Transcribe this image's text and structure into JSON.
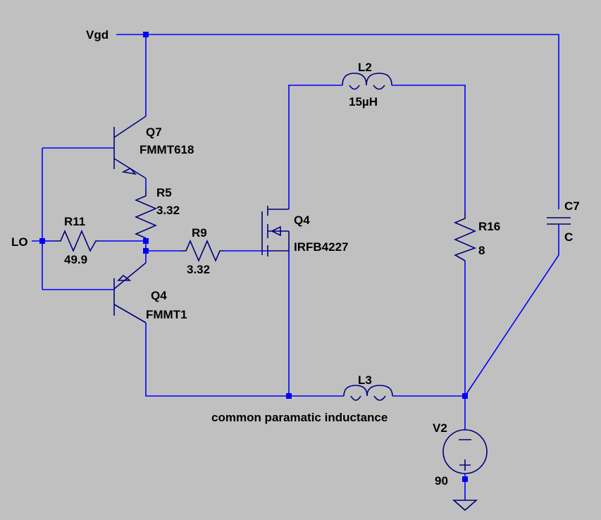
{
  "nets": {
    "vgd": "Vgd",
    "lo": "LO"
  },
  "components": {
    "q7": {
      "ref": "Q7",
      "value": "FMMT618"
    },
    "q4_bjt": {
      "ref": "Q4",
      "value": "FMMT1"
    },
    "r5": {
      "ref": "R5",
      "value": "3.32"
    },
    "r11": {
      "ref": "R11",
      "value": "49.9"
    },
    "r9": {
      "ref": "R9",
      "value": "3.32"
    },
    "q4_mos": {
      "ref": "Q4",
      "value": "IRFB4227"
    },
    "l2": {
      "ref": "L2",
      "value": "15µH"
    },
    "l3": {
      "ref": "L3",
      "value": ""
    },
    "r16": {
      "ref": "R16",
      "value": "8"
    },
    "c7": {
      "ref": "C7",
      "value": "C"
    },
    "v2": {
      "ref": "V2",
      "value": "90"
    }
  },
  "annotation": "common paramatic inductance",
  "colors": {
    "background": "#c0c0c0",
    "wire": "#0000ff",
    "component": "#000080"
  }
}
